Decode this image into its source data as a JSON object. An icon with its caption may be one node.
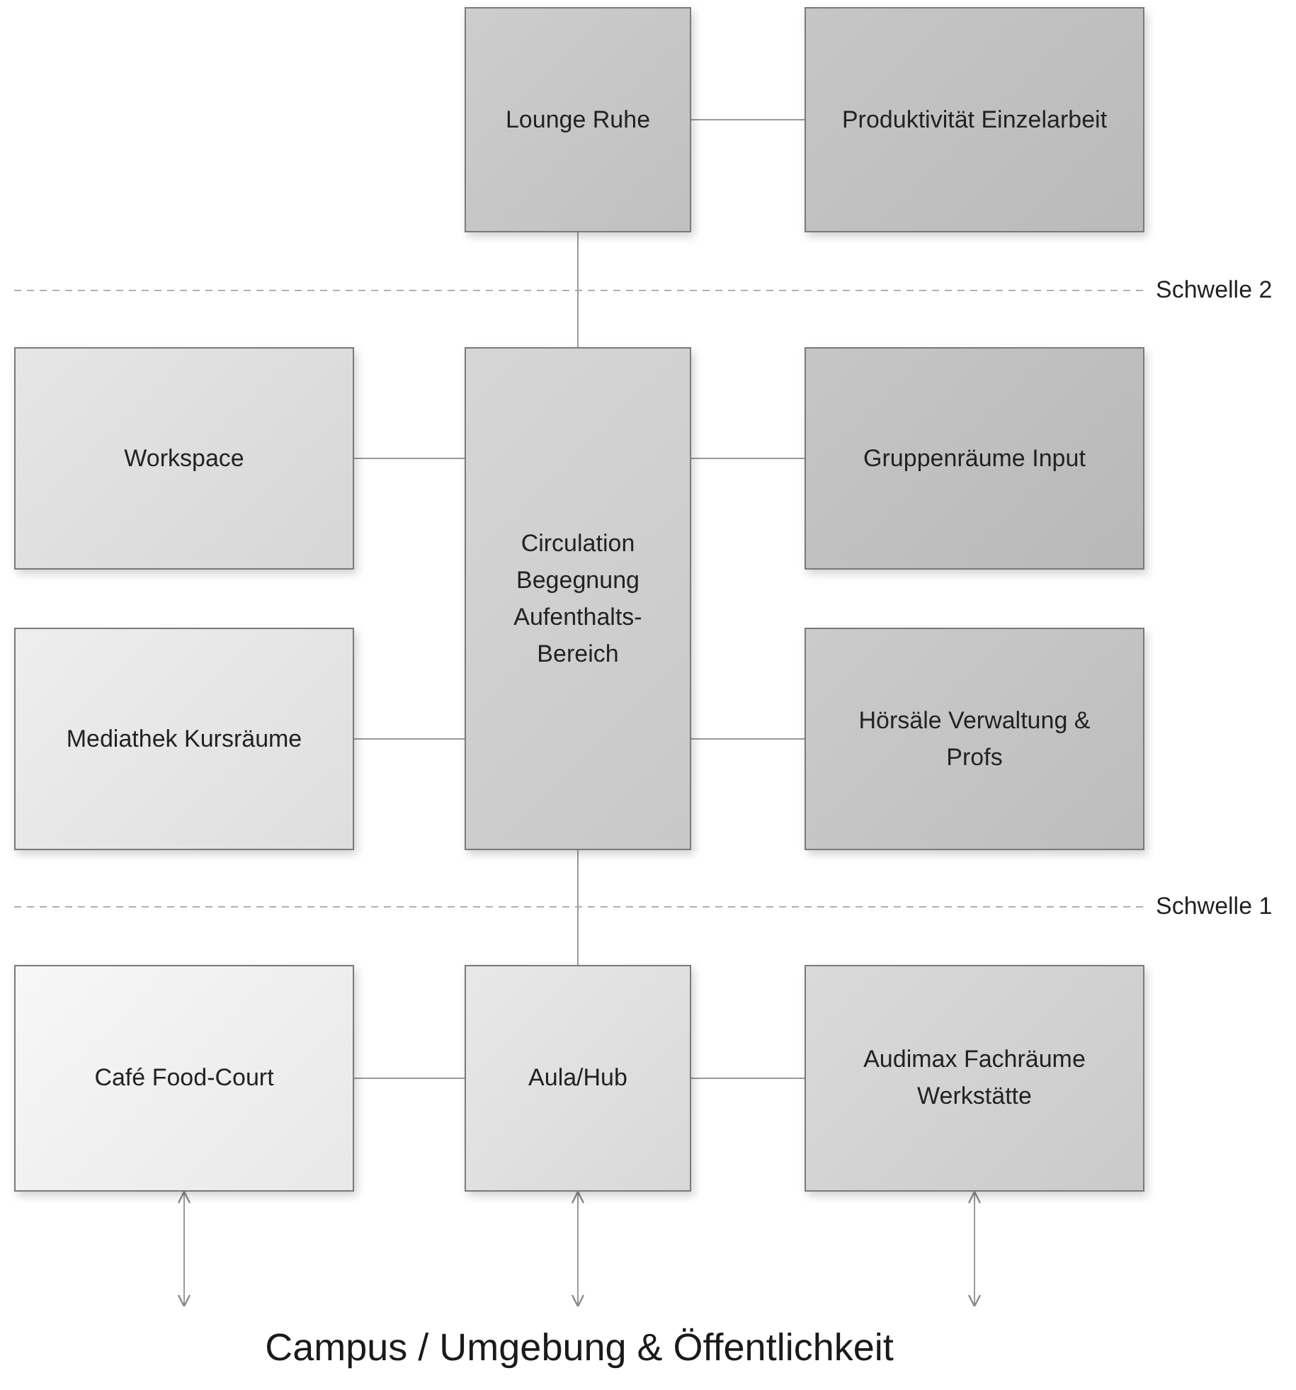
{
  "diagram": {
    "nodes": [
      {
        "text": [
          "Lounge Ruhe"
        ]
      },
      {
        "text": [
          "Produktivität Einzelarbeit"
        ]
      },
      {
        "text": [
          "Workspace"
        ]
      },
      {
        "text": [
          "Circulation Begegnung Aufenthalts-Bereich"
        ]
      },
      {
        "text": [
          "Gruppenräume Input"
        ]
      },
      {
        "text": [
          "Mediathek Kursräume"
        ]
      },
      {
        "text": [
          "Hörsäle Verwaltung & Profs"
        ]
      },
      {
        "text": [
          "Café Food-Court"
        ]
      },
      {
        "text": [
          "Aula/Hub"
        ]
      },
      {
        "text": [
          "Audimax Fachräume Werkstätte"
        ]
      },
      {
        "text": [
          "Campus / Umgebung & Öffentlichkeit"
        ]
      }
    ],
    "edges": [
      {
        "from": 0,
        "to": 1,
        "arrow": "none"
      },
      {
        "from": 0,
        "to": 3,
        "arrow": "none"
      },
      {
        "from": 2,
        "to": 3,
        "arrow": "none"
      },
      {
        "from": 3,
        "to": 4,
        "arrow": "none"
      },
      {
        "from": 5,
        "to": 3,
        "arrow": "none"
      },
      {
        "from": 3,
        "to": 6,
        "arrow": "none"
      },
      {
        "from": 3,
        "to": 8,
        "arrow": "none"
      },
      {
        "from": 7,
        "to": 8,
        "arrow": "none"
      },
      {
        "from": 8,
        "to": 9,
        "arrow": "none"
      },
      {
        "from": 7,
        "to": 10,
        "arrow": "both"
      },
      {
        "from": 8,
        "to": 10,
        "arrow": "both"
      },
      {
        "from": 9,
        "to": 10,
        "arrow": "both"
      }
    ],
    "labels": [
      "Schwelle 2",
      "Schwelle 1"
    ]
  }
}
